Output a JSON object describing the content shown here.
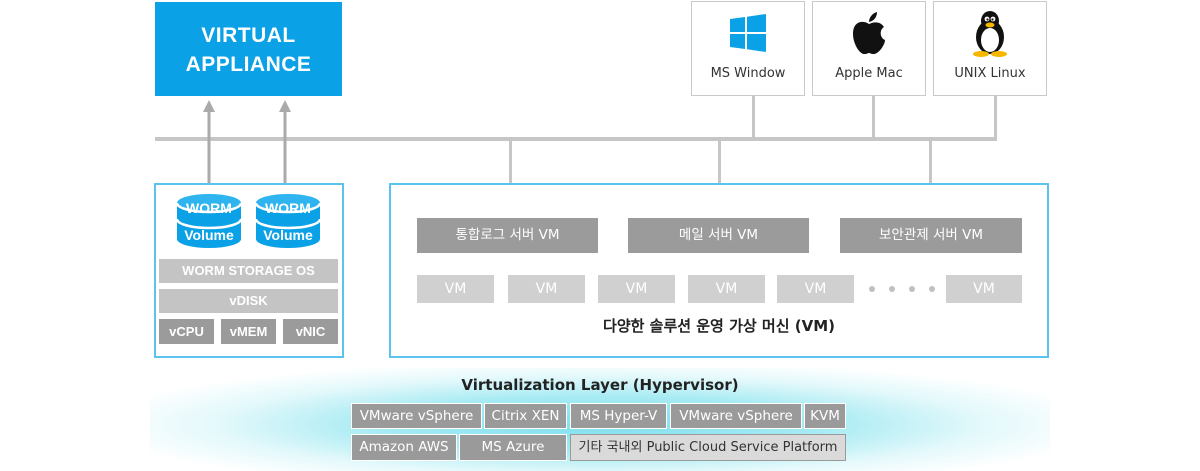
{
  "virtual_appliance": {
    "line1": "VIRTUAL",
    "line2": "APPLIANCE",
    "color": "#0ba1e6"
  },
  "os_boxes": [
    {
      "label": "MS Window",
      "icon": "windows-icon"
    },
    {
      "label": "Apple Mac",
      "icon": "apple-icon"
    },
    {
      "label": "UNIX Linux",
      "icon": "tux-icon"
    }
  ],
  "worm_box": {
    "volumes": [
      {
        "top": "WORM",
        "bottom": "Volume"
      },
      {
        "top": "WORM",
        "bottom": "Volume"
      }
    ],
    "storage_os": "WORM STORAGE OS",
    "vdisk": "vDISK",
    "hw": [
      "vCPU",
      "vMEM",
      "vNIC"
    ]
  },
  "vm_box": {
    "servers": [
      "통합로그 서버 VM",
      "메일 서버 VM",
      "보안관제 서버 VM"
    ],
    "small_vms": [
      "VM",
      "VM",
      "VM",
      "VM",
      "VM",
      "VM"
    ],
    "caption": "다양한 솔루션 운영 가상 머신 (VM)"
  },
  "hypervisor": {
    "title": "Virtualization Layer (Hypervisor)",
    "row1": [
      "VMware vSphere",
      "Citrix XEN",
      "MS Hyper-V",
      "VMware vSphere",
      "KVM"
    ],
    "row2": [
      "Amazon AWS",
      "MS Azure",
      "기타 국내외 Public Cloud Service Platform"
    ]
  }
}
